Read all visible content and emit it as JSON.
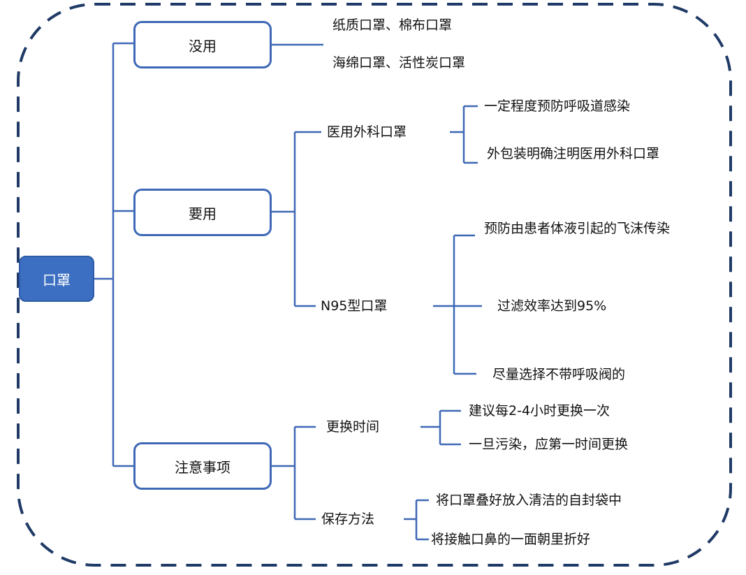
{
  "root": {
    "label": "口罩"
  },
  "branches": [
    {
      "label": "没用",
      "leaves": [
        "纸质口罩、棉布口罩",
        "海绵口罩、活性炭口罩"
      ]
    },
    {
      "label": "要用",
      "children": [
        {
          "label": "医用外科口罩",
          "leaves": [
            "一定程度预防呼吸道感染",
            "外包装明确注明医用外科口罩"
          ]
        },
        {
          "label": "N95型口罩",
          "leaves": [
            "预防由患者体液引起的飞沫传染",
            "过滤效率达到95%",
            "尽量选择不带呼吸阀的"
          ]
        }
      ]
    },
    {
      "label": "注意事项",
      "children": [
        {
          "label": "更换时间",
          "leaves": [
            "建议每2-4小时更换一次",
            "一旦污染，应第一时间更换"
          ]
        },
        {
          "label": "保存方法",
          "leaves": [
            "将口罩叠好放入清洁的自封袋中",
            "将接触口鼻的一面朝里折好"
          ]
        }
      ]
    }
  ],
  "colors": {
    "line": "#3e68b6",
    "frame": "#1f3a66",
    "root_fill": "#3c6fc2"
  }
}
